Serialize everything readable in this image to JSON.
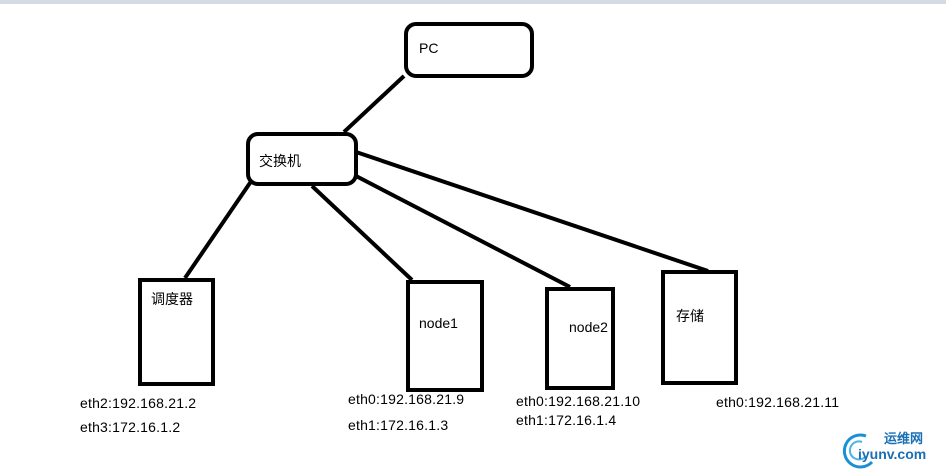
{
  "nodes": {
    "pc": {
      "label": "PC"
    },
    "switch": {
      "label": "交换机"
    },
    "scheduler": {
      "label": "调度器",
      "ips": [
        "eth2:192.168.21.2",
        "eth3:172.16.1.2"
      ]
    },
    "node1": {
      "label": "node1",
      "ips": [
        "eth0:192.168.21.9",
        "eth1:172.16.1.3"
      ]
    },
    "node2": {
      "label": "node2",
      "ips": [
        "eth0:192.168.21.10",
        "eth1:172.16.1.4"
      ]
    },
    "storage": {
      "label": "存储",
      "ips": [
        "eth0:192.168.21.11"
      ]
    }
  },
  "watermark": {
    "text1": "运维网",
    "text2": "iyunv.com"
  }
}
